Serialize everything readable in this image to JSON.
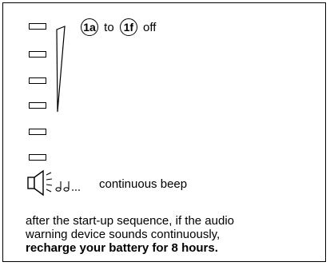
{
  "header": {
    "badge_start": "1a",
    "connector": "to",
    "badge_end": "1f",
    "state": "off"
  },
  "indicator_count": 6,
  "audio": {
    "icon": "speaker-icon",
    "notes_icon": "music-notes-icon",
    "label": "continuous beep"
  },
  "note": {
    "line1": "after the start-up sequence, if the audio",
    "line2": "warning device sounds continuously,",
    "line3": "recharge your battery for 8 hours."
  }
}
